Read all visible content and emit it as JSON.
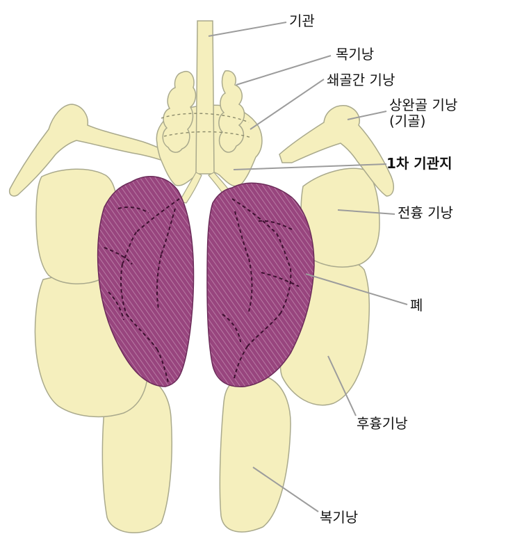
{
  "labels": {
    "trachea": "기관",
    "neck_sac": "목기낭",
    "clavicular_sac": "쇄골간 기낭",
    "humeral_sac_line1": "상완골 기낭",
    "humeral_sac_line2": "(기골)",
    "primary_bronchus": "1차 기관지",
    "anterior_thoracic_sac": "전흉 기낭",
    "lung": "폐",
    "posterior_thoracic_sac": "후흉기낭",
    "abdominal_sac": "복기낭"
  },
  "colors": {
    "sac_fill": "#f5efbd",
    "sac_stroke": "#a9a98c",
    "lung_fill": "#98457e",
    "lung_dark": "#5a1f48",
    "leader_line": "#9c9c9c"
  }
}
